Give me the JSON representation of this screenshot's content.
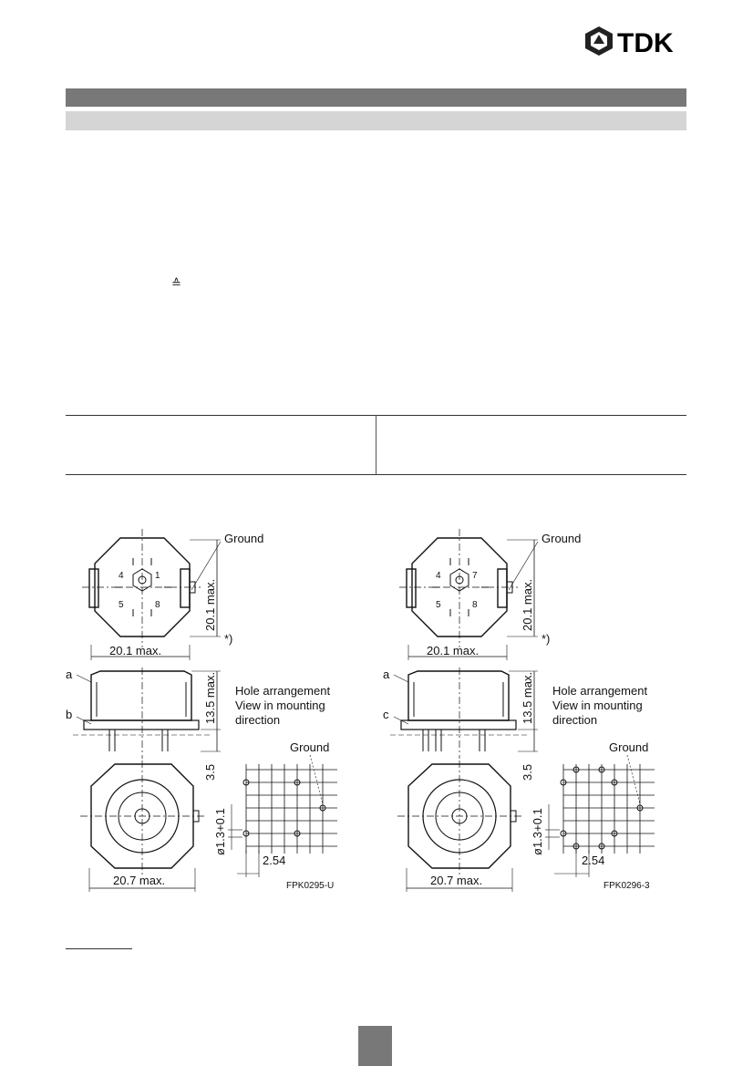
{
  "brand": {
    "name": "TDK"
  },
  "symbols": {
    "corresponds": "≙"
  },
  "drawings": [
    {
      "ground_top": "Ground",
      "width_top": "20.1 max.",
      "height_top": "20.1 max.",
      "asterisk": "*)",
      "label_a": "a",
      "label_b": "b",
      "side_height": "13.5 max.",
      "pin_length": "3.5",
      "hole_title_1": "Hole arrangement",
      "hole_title_2": "View in mounting",
      "hole_title_3": "direction",
      "ground_hole": "Ground",
      "hole_dia": "ø1.3+0.1",
      "pitch": "2.54",
      "width_bottom": "20.7 max.",
      "code": "FPK0295-U",
      "pins": [
        "4",
        "1",
        "5",
        "8"
      ]
    },
    {
      "ground_top": "Ground",
      "width_top": "20.1 max.",
      "height_top": "20.1 max.",
      "asterisk": "*)",
      "label_a": "a",
      "label_b": "c",
      "side_height": "13.5 max.",
      "pin_length": "3.5",
      "hole_title_1": "Hole arrangement",
      "hole_title_2": "View in mounting",
      "hole_title_3": "direction",
      "ground_hole": "Ground",
      "hole_dia": "ø1.3+0.1",
      "pitch": "2.54",
      "width_bottom": "20.7 max.",
      "code": "FPK0296-3",
      "pins": [
        "4",
        "7",
        "5",
        "8"
      ]
    }
  ]
}
